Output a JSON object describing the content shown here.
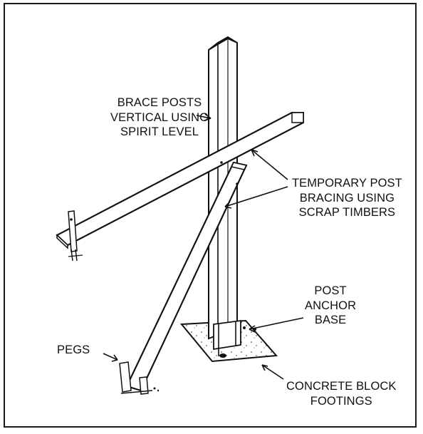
{
  "labels": {
    "brace_posts": [
      "BRACE POSTS",
      "VERTICAL USING",
      "SPIRIT LEVEL"
    ],
    "temporary_bracing": [
      "TEMPORARY POST",
      "BRACING USING",
      "SCRAP TIMBERS"
    ],
    "post_anchor": [
      "POST",
      "ANCHOR",
      "BASE"
    ],
    "pegs": "PEGS",
    "concrete_footings": [
      "CONCRETE BLOCK",
      "FOOTINGS"
    ]
  },
  "colors": {
    "ink": "#111111",
    "frame": "#1a1a1a",
    "paper": "#ffffff"
  }
}
